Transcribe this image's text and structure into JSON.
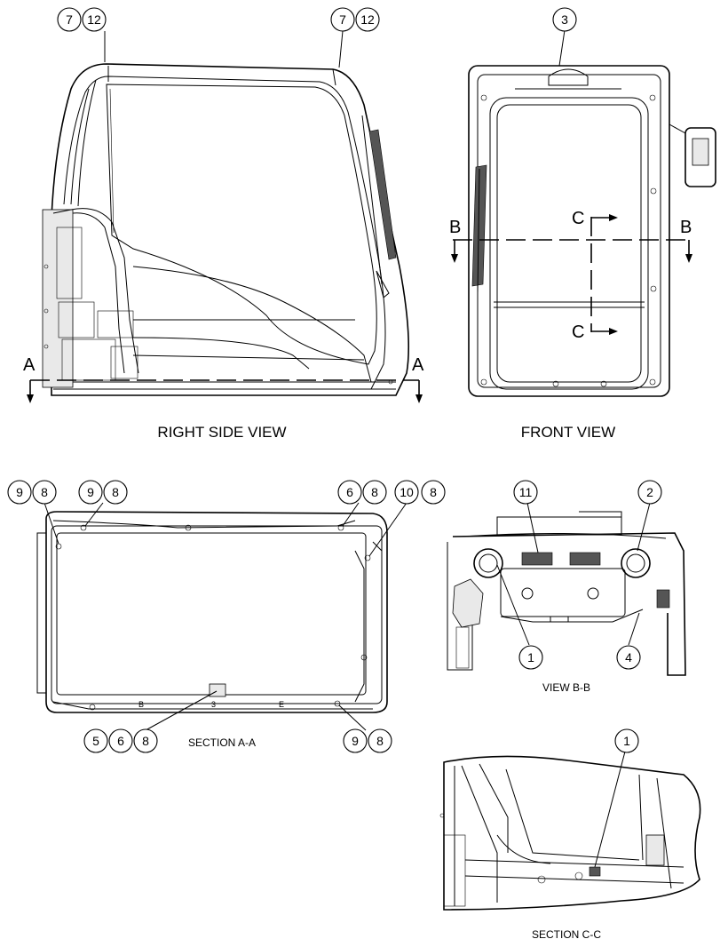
{
  "views": {
    "right_side": {
      "title": "RIGHT SIDE VIEW",
      "callouts": [
        "7",
        "12",
        "7",
        "12"
      ],
      "section_marks": [
        "A",
        "A"
      ]
    },
    "front": {
      "title": "FRONT VIEW",
      "callouts": [
        "3"
      ],
      "section_marks": [
        "B",
        "B",
        "C",
        "C"
      ]
    },
    "section_a": {
      "title": "SECTION A-A",
      "callouts": [
        "9",
        "8",
        "9",
        "8",
        "6",
        "8",
        "10",
        "8",
        "5",
        "6",
        "8",
        "9",
        "8"
      ],
      "small_marks": [
        "B",
        "3",
        "E"
      ]
    },
    "view_b": {
      "title": "VIEW B-B",
      "callouts": [
        "11",
        "2",
        "1",
        "4"
      ]
    },
    "section_c": {
      "title": "SECTION C-C",
      "callouts": [
        "1"
      ]
    }
  }
}
